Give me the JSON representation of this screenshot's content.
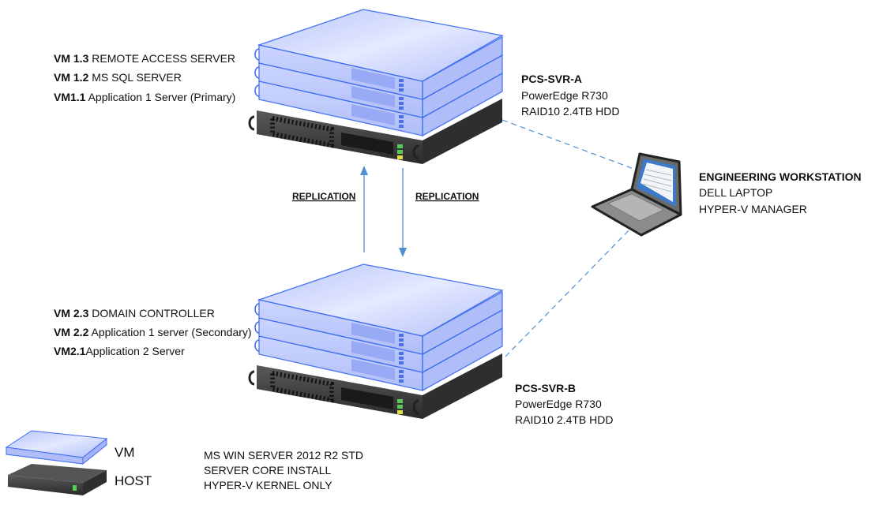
{
  "server_a": {
    "vms": [
      {
        "id": "VM 1.3",
        "name": " REMOTE ACCESS SERVER"
      },
      {
        "id": "VM 1.2",
        "name": " MS SQL SERVER"
      },
      {
        "id": "VM1.1",
        "name": " Application 1 Server (Primary)"
      }
    ],
    "name": "PCS-SVR-A",
    "model": "PowerEdge R730",
    "storage": "RAID10 2.4TB HDD"
  },
  "server_b": {
    "vms": [
      {
        "id": "VM 2.3",
        "name": " DOMAIN CONTROLLER"
      },
      {
        "id": "VM 2.2",
        "name": " Application 1 server (Secondary)"
      },
      {
        "id": "VM2.1",
        "name": "Application 2 Server"
      }
    ],
    "name": "PCS-SVR-B",
    "model": "PowerEdge R730",
    "storage": "RAID10 2.4TB HDD"
  },
  "replication": {
    "up_label": "REPLICATION",
    "down_label": "REPLICATION"
  },
  "workstation": {
    "title": "ENGINEERING WORKSTATION",
    "line1": "DELL LAPTOP",
    "line2": "HYPER-V MANAGER"
  },
  "host_os": {
    "line1": "MS WIN SERVER 2012 R2 STD",
    "line2": "SERVER CORE INSTALL",
    "line3": "HYPER-V KERNEL ONLY"
  },
  "legend": {
    "vm": "VM",
    "host": "HOST"
  },
  "colors": {
    "vm_fill": "#b9c6fb",
    "vm_edge": "#3d6cf0",
    "host": "#3a3a3a",
    "link": "#4f8fd0"
  }
}
